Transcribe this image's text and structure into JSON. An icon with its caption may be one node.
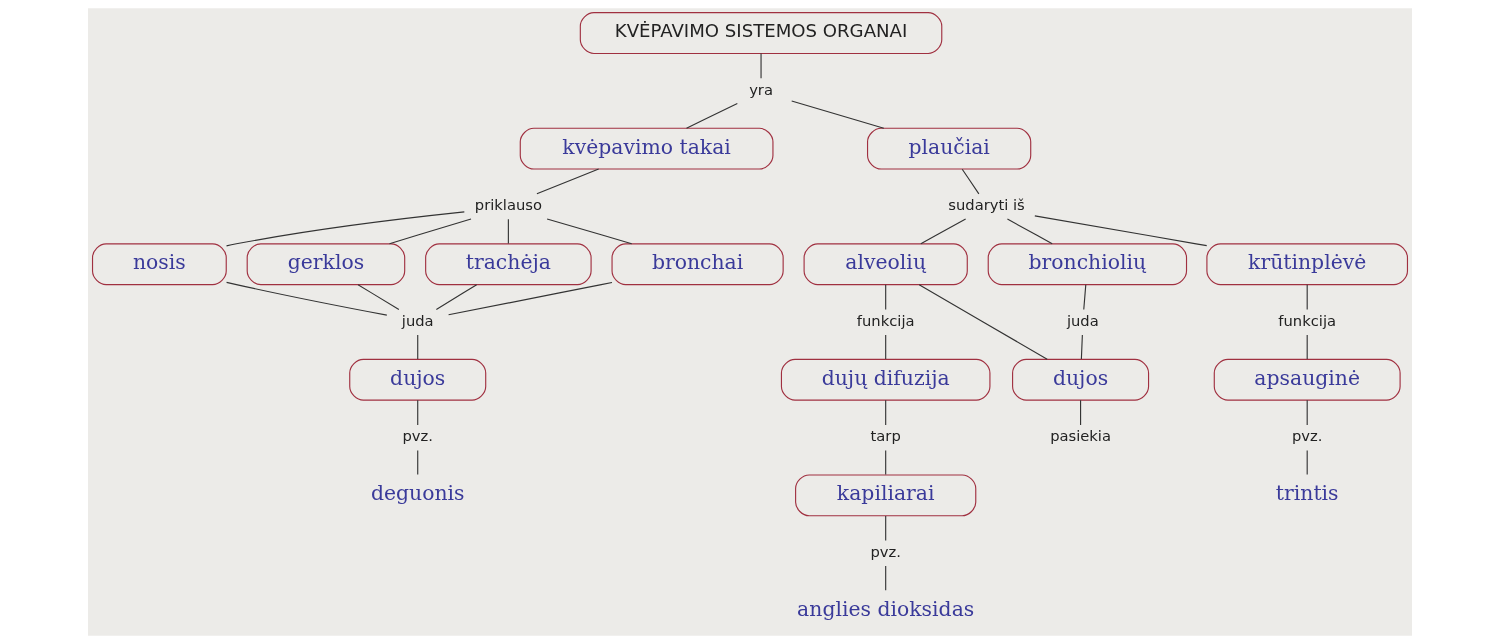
{
  "diagram": {
    "nodes": [
      {
        "text": [
          "KVĖPAVIMO SISTEMOS ORGANAI"
        ]
      },
      {
        "text": [
          "yra"
        ]
      },
      {
        "text": [
          "kvėpavimo takai"
        ]
      },
      {
        "text": [
          "plaučiai"
        ]
      },
      {
        "text": [
          "priklauso"
        ]
      },
      {
        "text": [
          "nosis"
        ]
      },
      {
        "text": [
          "gerklos"
        ]
      },
      {
        "text": [
          "trachėja"
        ]
      },
      {
        "text": [
          "bronchai"
        ]
      },
      {
        "text": [
          "sudaryti iš"
        ]
      },
      {
        "text": [
          "alveolių"
        ]
      },
      {
        "text": [
          "bronchiolių"
        ]
      },
      {
        "text": [
          "krūtinplėvė"
        ]
      },
      {
        "text": [
          "juda"
        ]
      },
      {
        "text": [
          "dujos"
        ]
      },
      {
        "text": [
          "pvz."
        ]
      },
      {
        "text": [
          "deguonis"
        ]
      },
      {
        "text": [
          "funkcija"
        ]
      },
      {
        "text": [
          "dujų difuzija"
        ]
      },
      {
        "text": [
          "tarp"
        ]
      },
      {
        "text": [
          "kapiliarai"
        ]
      },
      {
        "text": [
          "pvz."
        ]
      },
      {
        "text": [
          "anglies dioksidas"
        ]
      },
      {
        "text": [
          "juda"
        ]
      },
      {
        "text": [
          "dujos"
        ]
      },
      {
        "text": [
          "pasiekia"
        ]
      },
      {
        "text": [
          "funkcija"
        ]
      },
      {
        "text": [
          "apsauginė"
        ]
      },
      {
        "text": [
          "pvz."
        ]
      },
      {
        "text": [
          "trintis"
        ]
      }
    ],
    "edges": [
      {
        "from": 0,
        "to": 1,
        "arrow": "none"
      },
      {
        "from": 1,
        "to": 2,
        "arrow": "none"
      },
      {
        "from": 1,
        "to": 3,
        "arrow": "none"
      },
      {
        "from": 2,
        "to": 4,
        "arrow": "none"
      },
      {
        "from": 4,
        "to": 5,
        "arrow": "none"
      },
      {
        "from": 4,
        "to": 6,
        "arrow": "none"
      },
      {
        "from": 4,
        "to": 7,
        "arrow": "none"
      },
      {
        "from": 4,
        "to": 8,
        "arrow": "none"
      },
      {
        "from": 3,
        "to": 9,
        "arrow": "none"
      },
      {
        "from": 9,
        "to": 10,
        "arrow": "none"
      },
      {
        "from": 9,
        "to": 11,
        "arrow": "none"
      },
      {
        "from": 9,
        "to": 12,
        "arrow": "none"
      },
      {
        "from": 5,
        "to": 13,
        "arrow": "none"
      },
      {
        "from": 6,
        "to": 13,
        "arrow": "none"
      },
      {
        "from": 7,
        "to": 13,
        "arrow": "none"
      },
      {
        "from": 8,
        "to": 13,
        "arrow": "none"
      },
      {
        "from": 13,
        "to": 14,
        "arrow": "none"
      },
      {
        "from": 14,
        "to": 15,
        "arrow": "none"
      },
      {
        "from": 15,
        "to": 16,
        "arrow": "none"
      },
      {
        "from": 10,
        "to": 17,
        "arrow": "none"
      },
      {
        "from": 17,
        "to": 18,
        "arrow": "none"
      },
      {
        "from": 18,
        "to": 19,
        "arrow": "none"
      },
      {
        "from": 19,
        "to": 20,
        "arrow": "none"
      },
      {
        "from": 20,
        "to": 21,
        "arrow": "none"
      },
      {
        "from": 21,
        "to": 22,
        "arrow": "none"
      },
      {
        "from": 10,
        "to": 24,
        "arrow": "none"
      },
      {
        "from": 11,
        "to": 23,
        "arrow": "none"
      },
      {
        "from": 23,
        "to": 24,
        "arrow": "none"
      },
      {
        "from": 24,
        "to": 25,
        "arrow": "none"
      },
      {
        "from": 12,
        "to": 26,
        "arrow": "none"
      },
      {
        "from": 26,
        "to": 27,
        "arrow": "none"
      },
      {
        "from": 27,
        "to": 28,
        "arrow": "none"
      },
      {
        "from": 28,
        "to": 29,
        "arrow": "none"
      }
    ]
  }
}
